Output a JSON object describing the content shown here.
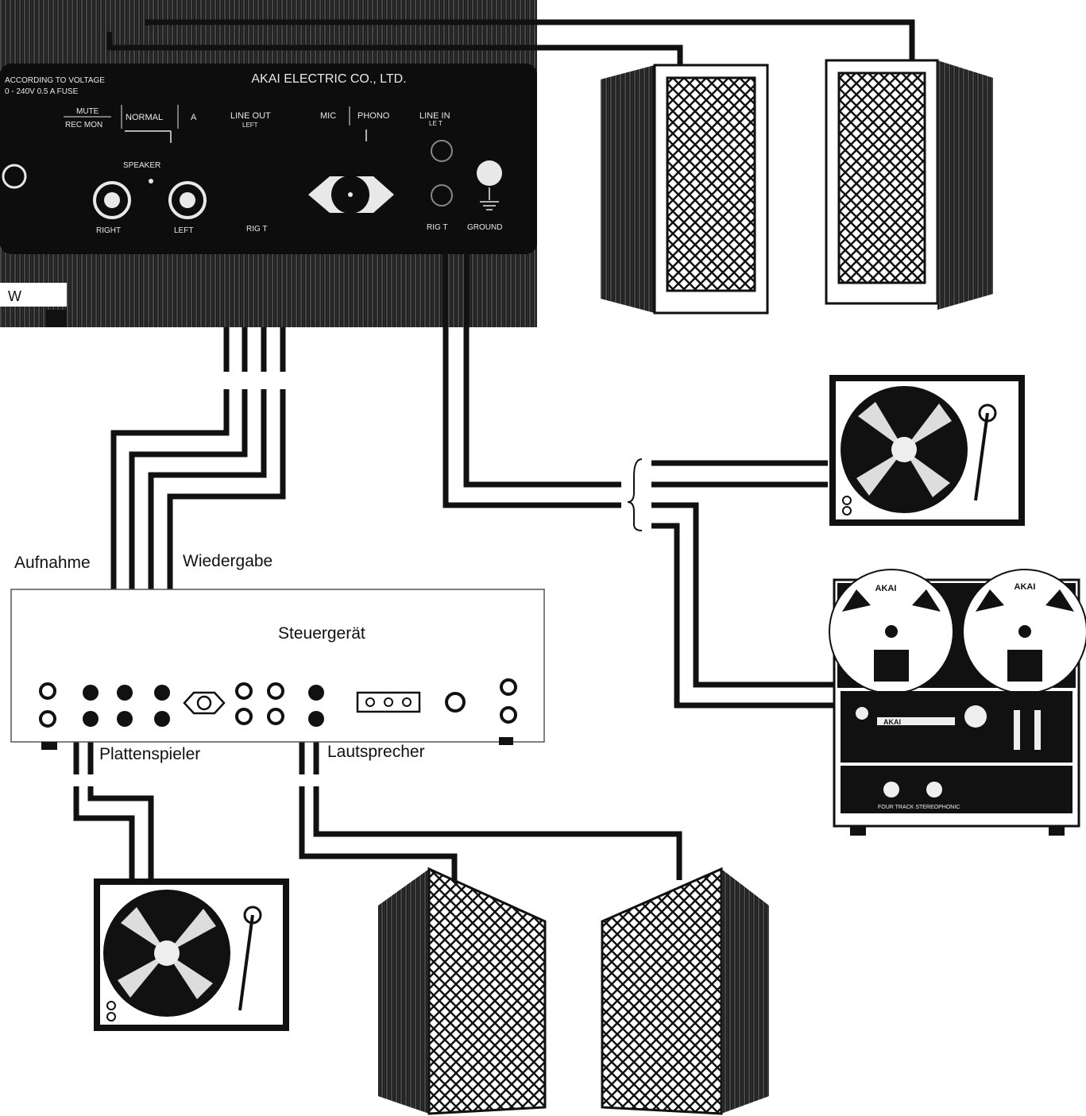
{
  "amp_panel": {
    "brand": "AKAI ELECTRIC CO., LTD.",
    "voltage_line1": "ACCORDING TO VOLTAGE",
    "voltage_line2": "0 - 240V   0.5 A FUSE",
    "mute": "MUTE",
    "rec_mon": "REC MON",
    "normal": "NORMAL",
    "a": "A",
    "line_out": "LINE OUT",
    "left_small": "LEFT",
    "mic": "MIC",
    "phono": "PHONO",
    "line_in": "LINE IN",
    "le": "LE T",
    "speaker": "SPEAKER",
    "right_1": "RIGHT",
    "left_1": "LEFT",
    "right_2": "RIG T",
    "right_3": "RIG T",
    "ground": "GROUND",
    "w_label": "W"
  },
  "tape_deck": {
    "reel_brand_left": "AKAI",
    "reel_brand_right": "AKAI",
    "deck_brand": "AKAI",
    "footer": "FOUR TRACK STEREOPHONIC"
  },
  "labels": {
    "aufnahme": "Aufnahme",
    "wiedergabe": "Wiedergabe",
    "steuergeraet": "Steuergerät",
    "plattenspieler": "Plattenspieler",
    "lautsprecher": "Lautsprecher"
  },
  "colors": {
    "ink": "#111111",
    "paper": "#ffffff",
    "panel": "#0d0d0d",
    "panel_text": "#e8e8e8",
    "wood": "#2a2a2a"
  }
}
